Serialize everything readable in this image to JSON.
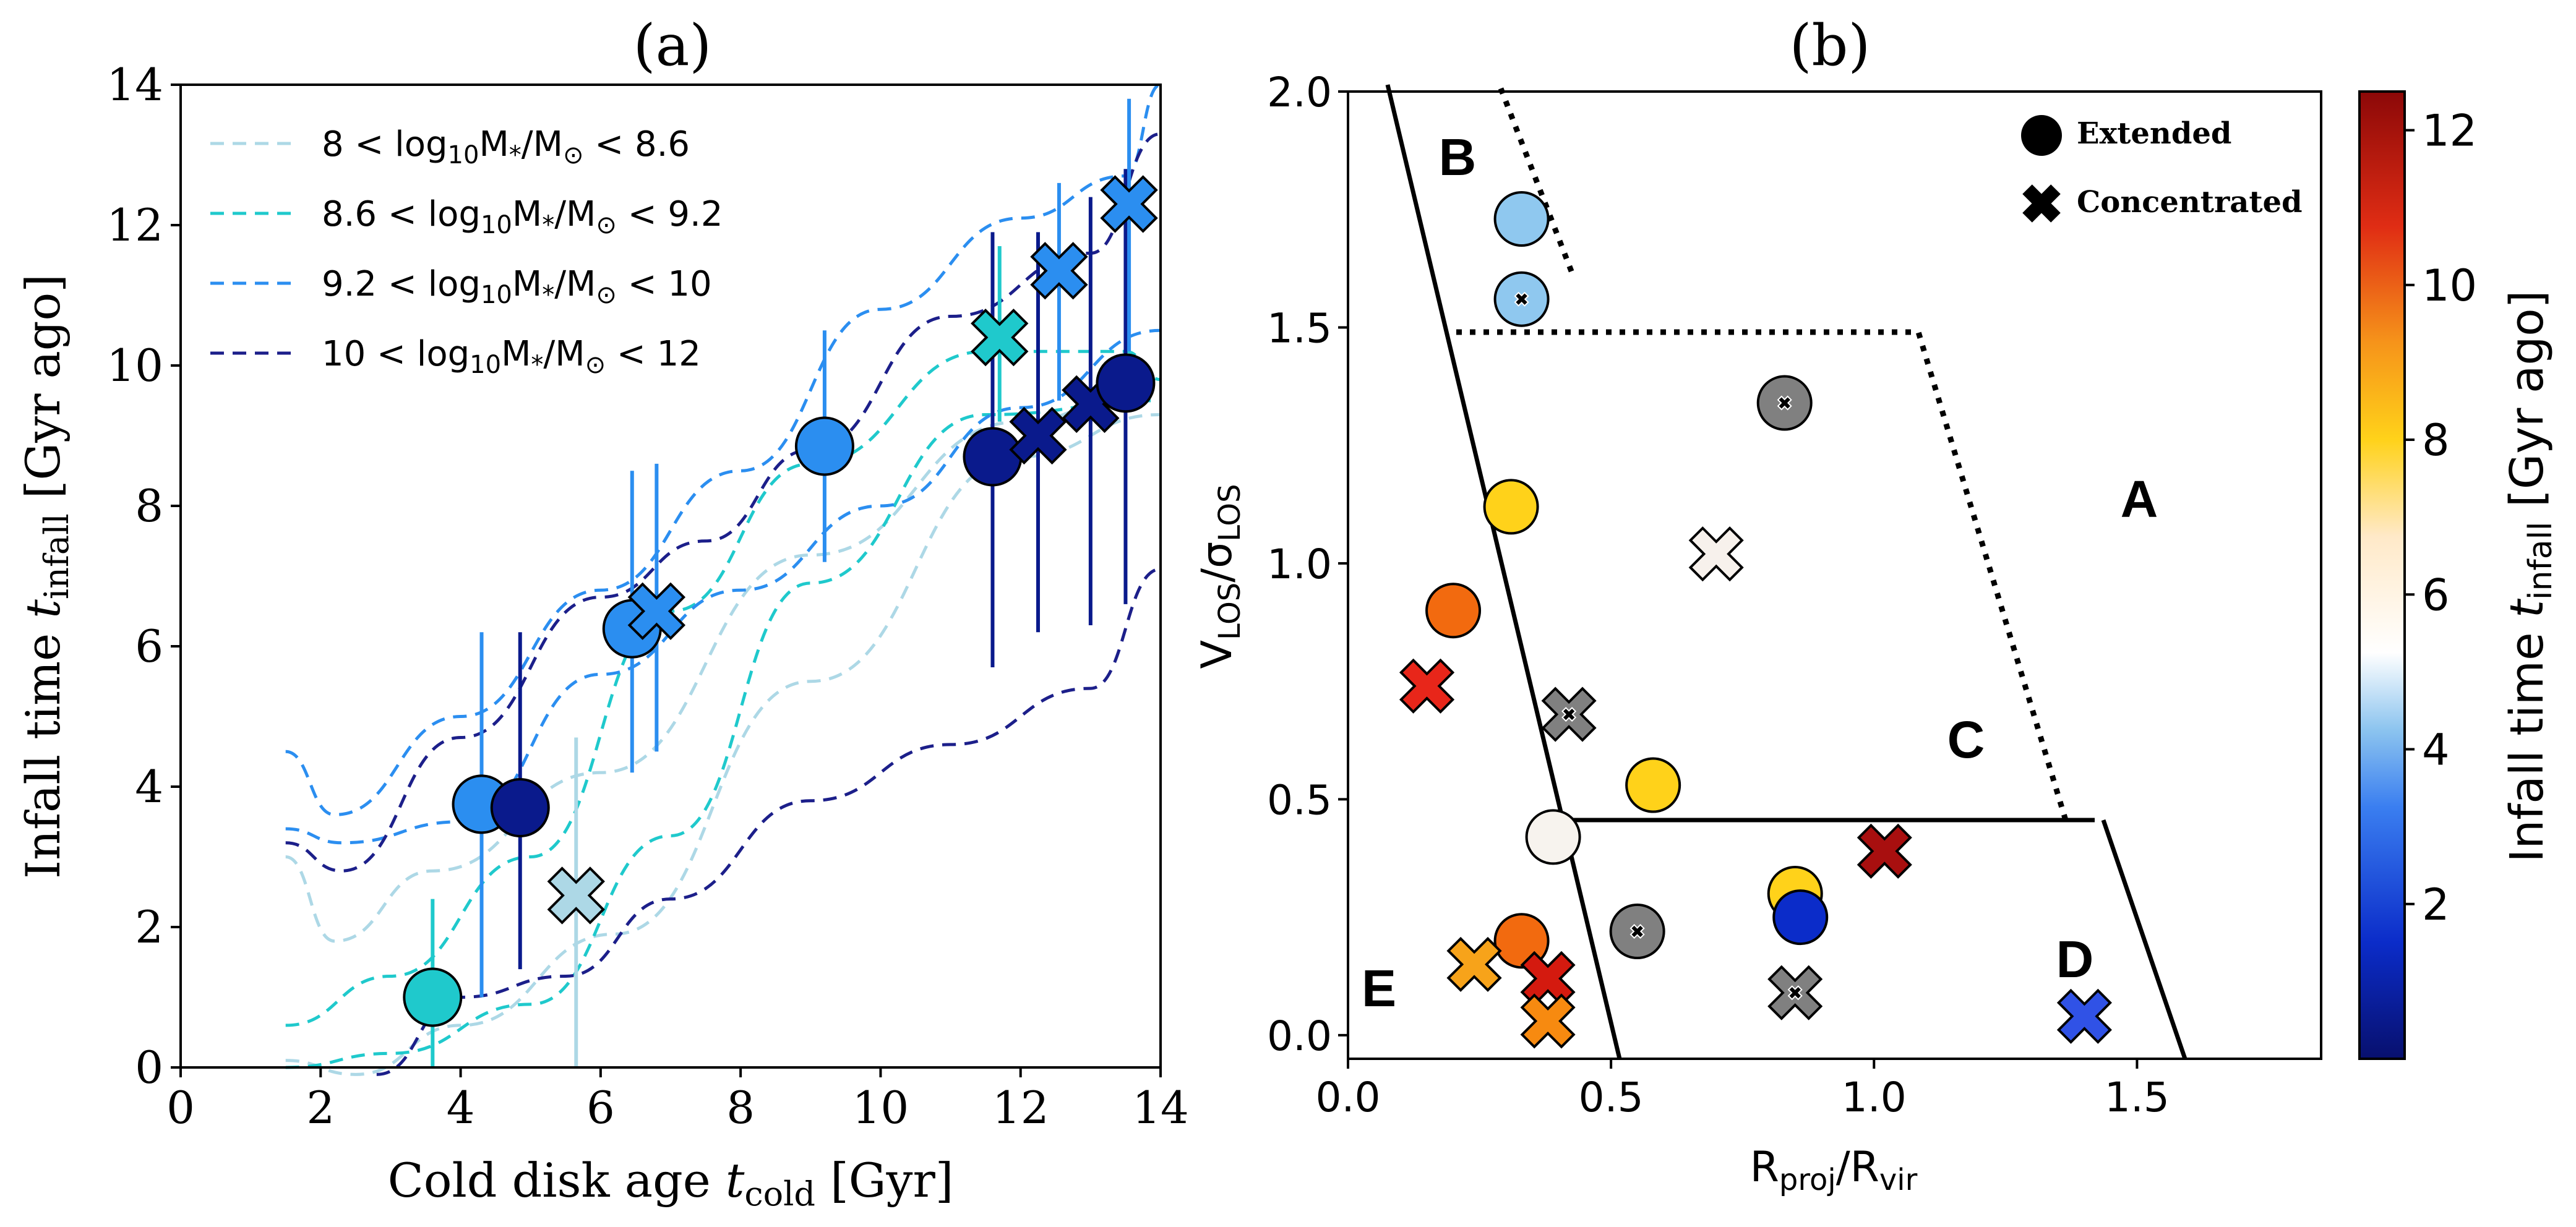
{
  "chart_data": [
    {
      "type": "scatter",
      "panel_label": "(a)",
      "xlabel_prefix": "Cold disk age ",
      "xlabel_var": "t",
      "xlabel_sub": "cold",
      "xlabel_unit": " [Gyr]",
      "ylabel_prefix": "Infall time ",
      "ylabel_var": "t",
      "ylabel_sub": "infall",
      "ylabel_unit": " [Gyr ago]",
      "xlim": [
        0,
        14
      ],
      "ylim": [
        0,
        14
      ],
      "xticks": [
        "0",
        "2",
        "4",
        "6",
        "8",
        "10",
        "12",
        "14"
      ],
      "yticks": [
        "0",
        "2",
        "4",
        "6",
        "8",
        "10",
        "12",
        "14"
      ],
      "legend": [
        {
          "pre": "8 < log",
          "sub": "10",
          "post": "M",
          "sub2": "*",
          "post2": "/M",
          "sub3": "⊙",
          "post3": " < 8.6",
          "color": "#add8e6"
        },
        {
          "pre": "8.6 < log",
          "sub": "10",
          "post": "M",
          "sub2": "*",
          "post2": "/M",
          "sub3": "⊙",
          "post3": " < 9.2",
          "color": "#1fc9cc"
        },
        {
          "pre": "9.2 < log",
          "sub": "10",
          "post": "M",
          "sub2": "*",
          "post2": "/M",
          "sub3": "⊙",
          "post3": " < 10",
          "color": "#2b8ef0"
        },
        {
          "pre": "10 < log",
          "sub": "10",
          "post": "M",
          "sub2": "*",
          "post2": "/M",
          "sub3": "⊙",
          "post3": " < 12",
          "color": "#1c1f8a"
        }
      ],
      "points": [
        {
          "x": 3.6,
          "y": 1.0,
          "marker": "circle",
          "color": "#1fc9cc",
          "err": [
            0.0,
            2.4
          ]
        },
        {
          "x": 4.3,
          "y": 3.75,
          "marker": "circle",
          "color": "#2b8ef0",
          "err": [
            1.0,
            6.2
          ]
        },
        {
          "x": 4.85,
          "y": 3.7,
          "marker": "circle",
          "color": "#0a1a8c",
          "err": [
            1.4,
            6.2
          ]
        },
        {
          "x": 5.65,
          "y": 2.45,
          "marker": "cross",
          "color": "#add8e6",
          "err": [
            0.0,
            4.7
          ]
        },
        {
          "x": 6.45,
          "y": 6.25,
          "marker": "circle",
          "color": "#2b8ef0",
          "err": [
            4.2,
            8.5
          ]
        },
        {
          "x": 6.8,
          "y": 6.5,
          "marker": "cross",
          "color": "#2b8ef0",
          "err": [
            4.5,
            8.6
          ]
        },
        {
          "x": 9.2,
          "y": 8.85,
          "marker": "circle",
          "color": "#2b8ef0",
          "err": [
            7.2,
            10.5
          ]
        },
        {
          "x": 11.6,
          "y": 8.7,
          "marker": "circle",
          "color": "#0a1a8c",
          "err": [
            5.7,
            11.9
          ]
        },
        {
          "x": 11.7,
          "y": 10.4,
          "marker": "cross",
          "color": "#1fc9cc",
          "err": [
            9.2,
            11.7
          ]
        },
        {
          "x": 12.25,
          "y": 9.0,
          "marker": "cross",
          "color": "#0a1a8c",
          "err": [
            6.2,
            11.9
          ]
        },
        {
          "x": 12.55,
          "y": 11.35,
          "marker": "cross",
          "color": "#2b8ef0",
          "err": [
            9.5,
            12.6
          ]
        },
        {
          "x": 13.0,
          "y": 9.45,
          "marker": "cross",
          "color": "#0a1a8c",
          "err": [
            6.3,
            12.4
          ]
        },
        {
          "x": 13.5,
          "y": 9.75,
          "marker": "circle",
          "color": "#0a1a8c",
          "err": [
            6.6,
            12.8
          ]
        },
        {
          "x": 13.55,
          "y": 12.3,
          "marker": "cross",
          "color": "#2b8ef0",
          "err": [
            10.2,
            13.8
          ]
        }
      ]
    },
    {
      "type": "scatter",
      "panel_label": "(b)",
      "xlabel_main": "R",
      "xlabel_sub": "proj",
      "xlabel_mid": "/R",
      "xlabel_sub2": "vir",
      "ylabel_main": "V",
      "ylabel_sub": "LOS",
      "ylabel_mid": "/σ",
      "ylabel_sub2": "LOS",
      "xlim": [
        0.0,
        1.85
      ],
      "ylim": [
        -0.05,
        2.0
      ],
      "xticks": [
        "0.0",
        "0.5",
        "1.0",
        "1.5"
      ],
      "yticks": [
        "0.0",
        "0.5",
        "1.0",
        "1.5",
        "2.0"
      ],
      "legend": [
        "Extended",
        "Concentrated"
      ],
      "regions": [
        "A",
        "B",
        "C",
        "D",
        "E"
      ],
      "colorbar": {
        "label_prefix": "Infall time ",
        "label_var": "t",
        "label_sub": "infall",
        "label_unit": " [Gyr ago]",
        "range": [
          0,
          12.5
        ],
        "ticks": [
          "2",
          "4",
          "6",
          "8",
          "10",
          "12"
        ]
      },
      "points": [
        {
          "x": 0.33,
          "y": 1.73,
          "marker": "circle",
          "color": "#8fc8ef"
        },
        {
          "x": 0.33,
          "y": 1.56,
          "marker": "circle",
          "color": "#8fc8ef",
          "dot": true
        },
        {
          "x": 0.83,
          "y": 1.34,
          "marker": "circle",
          "color": "#808080",
          "dot": true
        },
        {
          "x": 0.31,
          "y": 1.12,
          "marker": "circle",
          "color": "#ffd21a"
        },
        {
          "x": 0.7,
          "y": 1.02,
          "marker": "cross",
          "color": "#f7f1ec"
        },
        {
          "x": 0.2,
          "y": 0.9,
          "marker": "circle",
          "color": "#f26a0f"
        },
        {
          "x": 0.15,
          "y": 0.74,
          "marker": "cross",
          "color": "#e8261a"
        },
        {
          "x": 0.42,
          "y": 0.68,
          "marker": "cross",
          "color": "#808080",
          "dot": true
        },
        {
          "x": 0.58,
          "y": 0.53,
          "marker": "circle",
          "color": "#ffd21a"
        },
        {
          "x": 0.39,
          "y": 0.42,
          "marker": "circle",
          "color": "#f7f3ee"
        },
        {
          "x": 1.02,
          "y": 0.39,
          "marker": "cross",
          "color": "#a80f0f"
        },
        {
          "x": 0.85,
          "y": 0.3,
          "marker": "circle",
          "color": "#ffd21a"
        },
        {
          "x": 0.86,
          "y": 0.25,
          "marker": "circle",
          "color": "#0b2cc9"
        },
        {
          "x": 0.55,
          "y": 0.22,
          "marker": "circle",
          "color": "#808080",
          "dot": true
        },
        {
          "x": 0.33,
          "y": 0.2,
          "marker": "circle",
          "color": "#f26a0f"
        },
        {
          "x": 0.24,
          "y": 0.15,
          "marker": "cross",
          "color": "#f7a31a"
        },
        {
          "x": 0.38,
          "y": 0.12,
          "marker": "cross",
          "color": "#d41a0f"
        },
        {
          "x": 0.85,
          "y": 0.09,
          "marker": "cross",
          "color": "#808080",
          "dot": true
        },
        {
          "x": 0.38,
          "y": 0.03,
          "marker": "cross",
          "color": "#f78a10"
        },
        {
          "x": 1.4,
          "y": 0.04,
          "marker": "cross",
          "color": "#3052e6"
        }
      ]
    }
  ]
}
